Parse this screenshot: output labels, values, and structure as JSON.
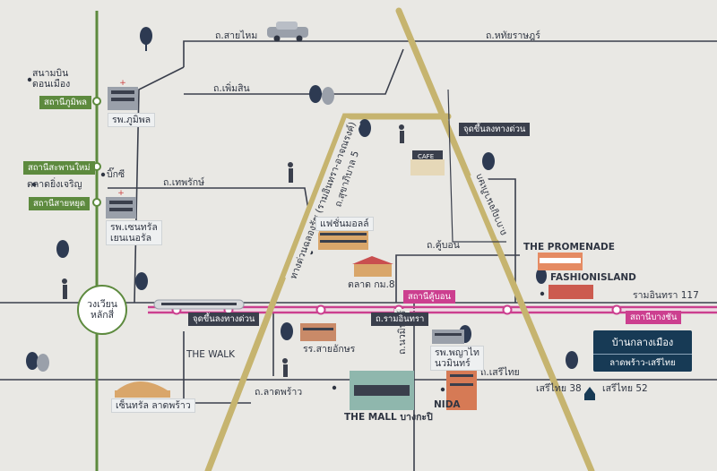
{
  "roads": {
    "sai_mai": "ถ.สายไหม",
    "hathai_rat": "ถ.หทัยราษฎร์",
    "phoem_sin": "ถ.เพิ่มสิน",
    "thep_rak": "ถ.เทพรักษ์",
    "khu_bon": "ถ.คู้บอน",
    "ram_inthra": "ถ.รามอินทรา",
    "lat_phrao": "ถ.ลาดพร้าว",
    "seri_thai": "ถ.เสรีไทย",
    "nawamin": "ถ.นวมินทร์",
    "sukhaphiban_5": "ถ.สุขาภิบาล 5",
    "expressway_vertical": "ทางด่วนฉลองรัช (รามอินทรา-อาจณรงค์)",
    "kanchanaphisek": "ถ.กาญจนาภิเษก",
    "ram_inthra_117": "รามอินทรา 117",
    "seri_thai_38": "เสรีไทย 38",
    "seri_thai_52": "เสรีไทย 52"
  },
  "stations": {
    "khu_bon": "สถานีคู้บอน",
    "bang_chan": "สถานีบางชัน",
    "phahon_yothin": "สถานีภูมิพล",
    "saphan_mai": "สถานีสะพานใหม่",
    "sai_yut": "สถานีสายหยุด"
  },
  "places": {
    "don_mueang": "สนามบิน\nดอนเมือง",
    "bhumibol_hosp": "รพ.ภูมิพล",
    "big_c": "บิ๊กซี",
    "yingcharoen_market": "ตลาดยิ่งเจริญ",
    "central_hosp": "รพ.เซนทรัล\nเยนเนอรัล",
    "lak_si_circle": "วงเวียน\nหลักสี่",
    "expressway_exit_bottom": "จุดขึ้นลงทางด่วน",
    "expressway_exit_top": "จุดขึ้นลงทางด่วน",
    "cafe": "CAFE",
    "fashion_mall": "แฟชั่นมอลล์",
    "talat_km8": "ตลาด กม.8",
    "promenade": "THE PROMENADE",
    "fashion_island": "FASHIONISLAND",
    "the_walk": "THE WALK",
    "sai_aksorn": "รร.สายอักษร",
    "phyathai_nawamin": "รพ.พญาไท\nนวมินทร์",
    "central_ladprao": "เซ็นทรัล ลาดพร้าว",
    "the_mall": "THE MALL บางกะปิ",
    "nida": "NIDA"
  },
  "callout": {
    "line1": "บ้านกลางเมือง",
    "line2": "ลาดพร้าว-เสรีไทย"
  },
  "colors": {
    "background": "#e9e8e4",
    "road": "#3a3f4c",
    "expressway": "#c6b46f",
    "rail_pink": "#cc3f8f",
    "rail_green": "#5d8a3e",
    "callout": "#173a55"
  }
}
